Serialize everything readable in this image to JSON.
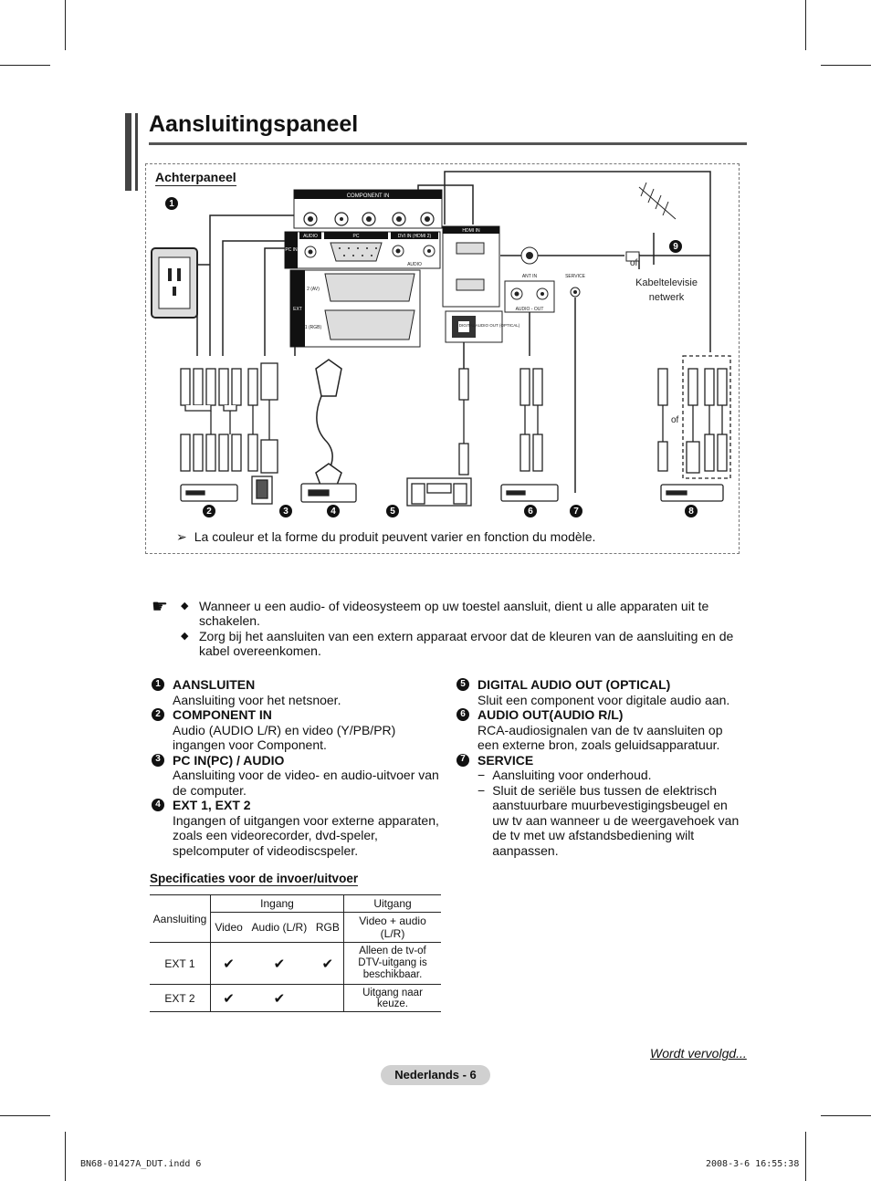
{
  "page_title": "Aansluitingspaneel",
  "diagram": {
    "section_label": "Achterpaneel",
    "jack_labels": {
      "component_in": "COMPONENT IN",
      "audio": "AUDIO",
      "pc": "PC",
      "pc_in": "PC IN",
      "dvi_in": "DVI IN (HDMI 2)",
      "audio_lr": "AUDIO",
      "hdmi_in": "HDMI IN",
      "ext": "EXT",
      "ext2": "2 (AV)",
      "ext1": "1 (RGB)",
      "ant_in": "ANT IN",
      "service": "SERVICE",
      "audio_out": "AUDIO - OUT",
      "digital_audio_out": "DIGITAL AUDIO OUT (OPTICAL)"
    },
    "or_label": "of",
    "cable_network_label": "Kabeltelevisie netwerk",
    "markers": [
      "1",
      "2",
      "3",
      "4",
      "5",
      "6",
      "7",
      "8",
      "9"
    ],
    "note_symbol": "➢",
    "note": "La couleur et la forme du produit peuvent varier en fonction du modèle."
  },
  "notes_symbol": "☛",
  "bullet_symbol": "◆",
  "notes": [
    "Wanneer u een audio- of videosysteem op uw toestel aansluit, dient u alle apparaten uit te schakelen.",
    "Zorg bij het aansluiten van een extern apparaat ervoor dat de kleuren van de aansluiting en de kabel overeenkomen."
  ],
  "items_left": [
    {
      "num": "1",
      "title": "AANSLUITEN",
      "text": "Aansluiting voor het netsnoer."
    },
    {
      "num": "2",
      "title": "COMPONENT IN",
      "text": "Audio (AUDIO L/R) en video (Y/PB/PR) ingangen voor Component."
    },
    {
      "num": "3",
      "title": "PC IN(PC) / AUDIO",
      "text": "Aansluiting voor de video- en audio-uitvoer van de computer."
    },
    {
      "num": "4",
      "title": "EXT 1, EXT 2",
      "text": "Ingangen of uitgangen voor externe apparaten, zoals een videorecorder, dvd-speler, spelcomputer of videodiscspeler."
    }
  ],
  "items_right": [
    {
      "num": "5",
      "title": "DIGITAL AUDIO OUT (OPTICAL)",
      "text": "Sluit een component voor digitale audio aan."
    },
    {
      "num": "6",
      "title": "AUDIO OUT(AUDIO R/L)",
      "text": "RCA-audiosignalen van de tv aansluiten op een externe bron, zoals geluidsapparatuur."
    },
    {
      "num": "7",
      "title": "SERVICE",
      "dash": "−",
      "subs": [
        "Aansluiting voor onderhoud.",
        "Sluit de seriële bus tussen de elektrisch aanstuurbare muurbevestigingsbeugel en uw tv aan wanneer u de weergavehoek van de tv met uw afstandsbediening wilt aanpassen."
      ]
    }
  ],
  "spec": {
    "title": "Specificaties voor de invoer/uitvoer",
    "col_connection": "Aansluiting",
    "col_input": "Ingang",
    "col_output": "Uitgang",
    "sub_video": "Video",
    "sub_audio": "Audio (L/R)",
    "sub_rgb": "RGB",
    "sub_out": "Video + audio (L/R)",
    "rows": [
      {
        "name": "EXT 1",
        "video": "✔",
        "audio": "✔",
        "rgb": "✔",
        "out": "Alleen de tv-of DTV-uitgang is beschikbaar."
      },
      {
        "name": "EXT 2",
        "video": "✔",
        "audio": "✔",
        "rgb": "",
        "out": "Uitgang naar keuze."
      }
    ]
  },
  "continued": "Wordt vervolgd...",
  "page_footer": "Nederlands - 6",
  "print_file": "BN68-01427A_DUT.indd   6",
  "print_date": "2008-3-6   16:55:38"
}
